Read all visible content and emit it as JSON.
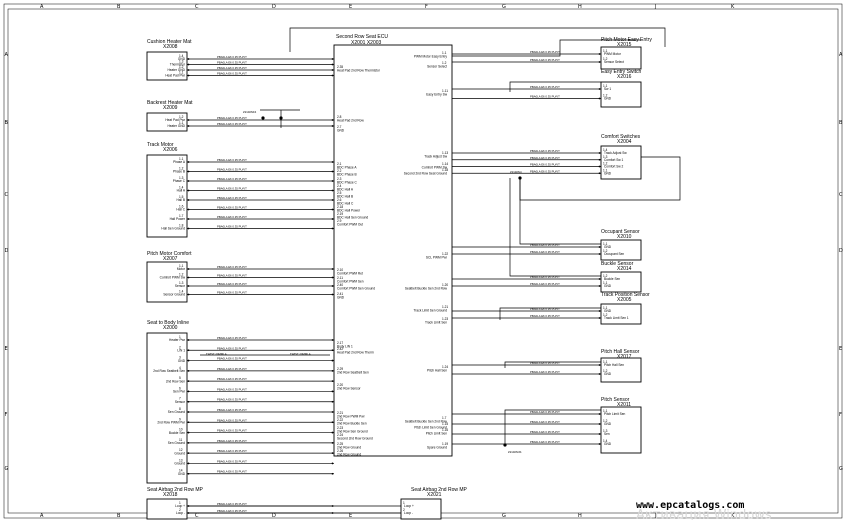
{
  "frame": {
    "columns": [
      "A",
      "B",
      "C",
      "D",
      "E",
      "F",
      "G",
      "H",
      "J",
      "K"
    ],
    "rows": [
      "A",
      "B",
      "C",
      "D",
      "E",
      "F",
      "G"
    ]
  },
  "ecu": {
    "title": "Second Row Seat ECU",
    "id": "X2001 X2003",
    "left_pins": [
      {
        "pin": "2.35",
        "label": "Heat Pad 2nd Row Thermistor"
      },
      {
        "pin": "2.8",
        "label": "Heat Pad 2nd Row"
      },
      {
        "pin": "2.7",
        "label": "GND"
      },
      {
        "pin": "2.1",
        "label": "BDC Phase A"
      },
      {
        "pin": "2.2",
        "label": "BDC Phase B"
      },
      {
        "pin": "2.3",
        "label": "BDC Phase C"
      },
      {
        "pin": "2.4",
        "label": "BDC Hall A"
      },
      {
        "pin": "2.5",
        "label": "BDC Hall B"
      },
      {
        "pin": "2.6",
        "label": "BDC Hall C"
      },
      {
        "pin": "2.18",
        "label": "BDC Hall Power"
      },
      {
        "pin": "2.19",
        "label": "BDC Hall Sen Ground"
      },
      {
        "pin": "2.9",
        "label": "Comfort PWM Out"
      },
      {
        "pin": "2.10",
        "label": "Comfort PWM Ret"
      },
      {
        "pin": "2.11",
        "label": "Comfort PWM Sen"
      },
      {
        "pin": "2.40",
        "label": "Comfort PWM Sen Ground"
      },
      {
        "pin": "2.41",
        "label": "GND"
      },
      {
        "pin": "2.17",
        "label": "Body LIN 1"
      },
      {
        "pin": "2.42",
        "label": "Heat Pad 2nd Row Therm"
      },
      {
        "pin": "2.29",
        "label": "2nd Row Seatbelt Sen"
      },
      {
        "pin": "2.20",
        "label": "2nd Row Sensor"
      },
      {
        "pin": "2.21",
        "label": "2nd Row PWM Pwr"
      },
      {
        "pin": "2.22",
        "label": "2nd Row Buckle Sen"
      },
      {
        "pin": "2.23",
        "label": "2nd Row Sen Ground"
      },
      {
        "pin": "2.24",
        "label": "Second 2nd Row Ground"
      },
      {
        "pin": "2.25",
        "label": "2nd Row Ground"
      },
      {
        "pin": "2.26",
        "label": "2nd Row Ground"
      }
    ],
    "right_pins": [
      {
        "pin": "1.1",
        "label": "PWM Motor Easy Entry"
      },
      {
        "pin": "1.2",
        "label": "Sensor Select"
      },
      {
        "pin": "1.11",
        "label": "Easy Entry Sw"
      },
      {
        "pin": "1.13",
        "label": "Track Adjust Sw"
      },
      {
        "pin": "1.14",
        "label": "Comfort PWM Sw"
      },
      {
        "pin": "1.18",
        "label": "Second 2nd Row Seat Ground"
      },
      {
        "pin": "1.22",
        "label": "SCL PWM Pwr"
      },
      {
        "pin": "1.20",
        "label": "Seatbelt Buckle Sen 2nd Row"
      },
      {
        "pin": "1.21",
        "label": "Track Limit Sen Ground"
      },
      {
        "pin": "1.23",
        "label": "Track Limit Sen"
      },
      {
        "pin": "1.24",
        "label": "Pitch Hall Sen"
      },
      {
        "pin": "1.7",
        "label": "Seatbelt Buckle Sen 2nd Row"
      },
      {
        "pin": "1.15",
        "label": "Pitch Limit Sen Ground"
      },
      {
        "pin": "1.16",
        "label": "Pitch Limit Sen"
      },
      {
        "pin": "1.19",
        "label": "Spare Ground"
      }
    ]
  },
  "left_components": [
    {
      "name": "Cushion Heater Mat",
      "id": "X2008",
      "pins": [
        {
          "pin": "1.4",
          "label": "GND"
        },
        {
          "pin": "1.3",
          "label": "Thermistor"
        },
        {
          "pin": "1.2",
          "label": "Heater GND"
        },
        {
          "pin": "1.1",
          "label": "Heat Pad Pwr"
        }
      ]
    },
    {
      "name": "Backrest Heater Mat",
      "id": "X2009",
      "pins": [
        {
          "pin": "1.2",
          "label": "Heat Pad Pwr"
        },
        {
          "pin": "1.1",
          "label": "Heater GND"
        }
      ]
    },
    {
      "name": "Track Motor",
      "id": "X2006",
      "pins": [
        {
          "pin": "1.1",
          "label": "Phase A"
        },
        {
          "pin": "1.2",
          "label": "Phase B"
        },
        {
          "pin": "1.3",
          "label": "Phase C"
        },
        {
          "pin": "1.4",
          "label": "Hall A"
        },
        {
          "pin": "1.5",
          "label": "Hall B"
        },
        {
          "pin": "1.6",
          "label": "Hall C"
        },
        {
          "pin": "1.7",
          "label": "Hall Power"
        },
        {
          "pin": "1.8",
          "label": "Hall Sen Ground"
        }
      ]
    },
    {
      "name": "Pitch Motor Comfort",
      "id": "X2007",
      "pins": [
        {
          "pin": "1.1",
          "label": "Motor"
        },
        {
          "pin": "1.2",
          "label": "Comfort PWM Sw"
        },
        {
          "pin": "1.3",
          "label": "Sensor"
        },
        {
          "pin": "1.4",
          "label": "Sensor Ground"
        }
      ]
    },
    {
      "name": "Seat to Body Inline",
      "id": "X2000",
      "pins": [
        {
          "pin": "1",
          "label": "Heater Pwr"
        },
        {
          "pin": "2",
          "label": "LIN 1"
        },
        {
          "pin": "3",
          "label": "GND"
        },
        {
          "pin": "4",
          "label": "2nd Row Seatbelt Sen"
        },
        {
          "pin": "5",
          "label": "2nd Row Sen"
        },
        {
          "pin": "6",
          "label": "Sen Pwr"
        },
        {
          "pin": "7",
          "label": "Sensor"
        },
        {
          "pin": "8",
          "label": "Sen Ground"
        },
        {
          "pin": "9",
          "label": "2nd Row PWM Pwr"
        },
        {
          "pin": "10",
          "label": "Buckle Sen"
        },
        {
          "pin": "11",
          "label": "Sen Ground"
        },
        {
          "pin": "12",
          "label": "Ground"
        },
        {
          "pin": "13",
          "label": "Ground"
        },
        {
          "pin": "14",
          "label": "GND"
        }
      ]
    },
    {
      "name": "Seat Airbag 2nd Row MP",
      "id": "X2018",
      "pins": [
        {
          "pin": "1",
          "label": "Loop +"
        },
        {
          "pin": "2",
          "label": "Loop -"
        }
      ]
    }
  ],
  "right_components": [
    {
      "name": "Pitch Motor Easy Entry",
      "id": "X2015",
      "pins": [
        {
          "pin": "1.1",
          "label": "PWM Motor"
        },
        {
          "pin": "1.2",
          "label": "Sensor Select"
        }
      ]
    },
    {
      "name": "Easy Entry Switch",
      "id": "X2016",
      "pins": [
        {
          "pin": "1.1",
          "label": "Sw 1"
        },
        {
          "pin": "1.2",
          "label": "GND"
        }
      ]
    },
    {
      "name": "Comfort Switches",
      "id": "X2004",
      "pins": [
        {
          "pin": "1.4",
          "label": "Track Adjust Sw"
        },
        {
          "pin": "1.3",
          "label": "Comfort Sw 1"
        },
        {
          "pin": "1.2",
          "label": "Comfort Sw 2"
        },
        {
          "pin": "1.1",
          "label": "GND"
        }
      ]
    },
    {
      "name": "Occupant Sensor",
      "id": "X2010",
      "pins": [
        {
          "pin": "1.1",
          "label": "GND"
        },
        {
          "pin": "1.2",
          "label": "Occupant Sen"
        }
      ]
    },
    {
      "name": "Buckle Sensor",
      "id": "X2014",
      "pins": [
        {
          "pin": "1.2",
          "label": "Buckle Sen"
        },
        {
          "pin": "1.1",
          "label": "GND"
        }
      ]
    },
    {
      "name": "Track Position Sensor",
      "id": "X2005",
      "pins": [
        {
          "pin": "1.1",
          "label": "GND"
        },
        {
          "pin": "1.2",
          "label": "Track Limit Sen 1"
        }
      ]
    },
    {
      "name": "Pitch Hall Sensor",
      "id": "X2017",
      "pins": [
        {
          "pin": "1.1",
          "label": "Pitch Hall Sen"
        },
        {
          "pin": "1.2",
          "label": "GND"
        }
      ]
    },
    {
      "name": "Pitch Sensor",
      "id": "X2011",
      "pins": [
        {
          "pin": "1.1",
          "label": "Pitch Limit Sen"
        },
        {
          "pin": "1.2",
          "label": "GND"
        },
        {
          "pin": "1.3",
          "label": "Sen"
        },
        {
          "pin": "1.4",
          "label": "GND"
        }
      ]
    },
    {
      "name": "Seat Airbag 2nd Row MP",
      "id": "X2021",
      "pins": [
        {
          "pin": "1",
          "label": "Loop +"
        },
        {
          "pin": "2",
          "label": "Loop -"
        }
      ]
    }
  ],
  "splices": {
    "heater": "Z2140NF4",
    "comfort": "Z2140N4",
    "pitch": "Z2140N4S"
  },
  "twist_labels": [
    "TWIST 20MMLA",
    "TWIST 20MMLA"
  ],
  "wire_code": "PBA0LA  E6  0.35  PU/VT",
  "watermark": {
    "site": "www.epcatalogs.com",
    "overlay": "Активация Windows"
  }
}
